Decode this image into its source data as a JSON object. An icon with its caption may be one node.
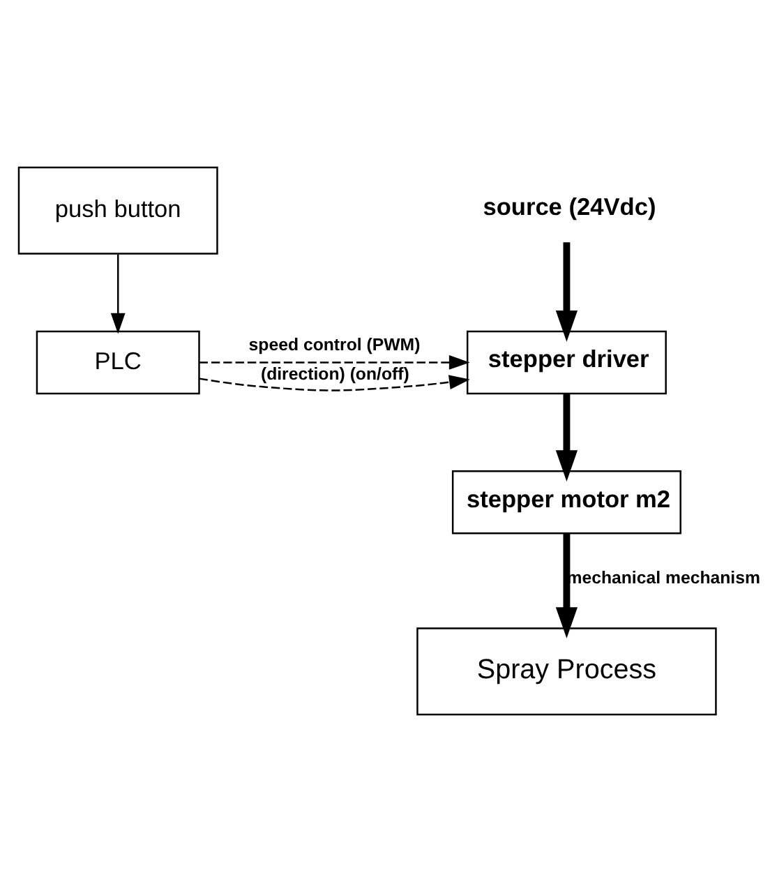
{
  "diagram": {
    "nodes": [
      {
        "text": [
          "push button"
        ]
      },
      {
        "text": [
          "PLC"
        ]
      },
      {
        "text": [
          "source (24Vdc)"
        ]
      },
      {
        "text": [
          "stepper driver"
        ]
      },
      {
        "text": [
          "stepper motor m2"
        ]
      },
      {
        "text": [
          "Spray Process"
        ]
      }
    ],
    "edges": [
      {
        "from": 0,
        "to": 1,
        "arrow": "to"
      },
      {
        "from": 1,
        "to": 3,
        "arrow": "to",
        "style": "dashed",
        "label": "(direction) (on/off)"
      },
      {
        "from": 1,
        "to": 3,
        "arrow": "to",
        "style": "dashed",
        "label": "speed control (PWM)"
      },
      {
        "from": 2,
        "to": 3,
        "arrow": "to",
        "style": "thick"
      },
      {
        "from": 3,
        "to": 4,
        "arrow": "to",
        "style": "thick"
      },
      {
        "from": 4,
        "to": 5,
        "arrow": "to",
        "style": "thick",
        "label": "mechanical mechanism"
      }
    ]
  }
}
